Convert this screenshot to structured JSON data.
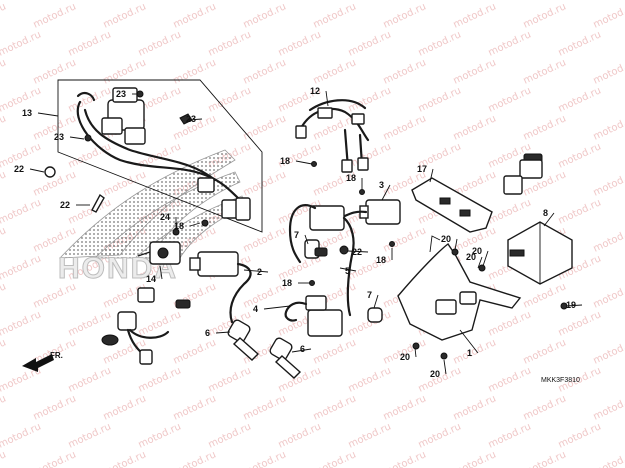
{
  "watermark": "motod.ru",
  "brand_logo": "HONDA",
  "front_label": "FR.",
  "diagram_code": "MKK3F3810",
  "part_numbers": [
    "1",
    "2",
    "3",
    "4",
    "5",
    "6",
    "6",
    "7",
    "7",
    "8",
    "12",
    "13",
    "14",
    "17",
    "18",
    "18",
    "18",
    "18",
    "18",
    "19",
    "20",
    "20",
    "20",
    "20",
    "20",
    "22",
    "22",
    "22",
    "23",
    "23",
    "23",
    "24"
  ],
  "colors": {
    "ink": "#1a1a1a",
    "watermark": "#f0c8c8",
    "background": "#ffffff"
  }
}
